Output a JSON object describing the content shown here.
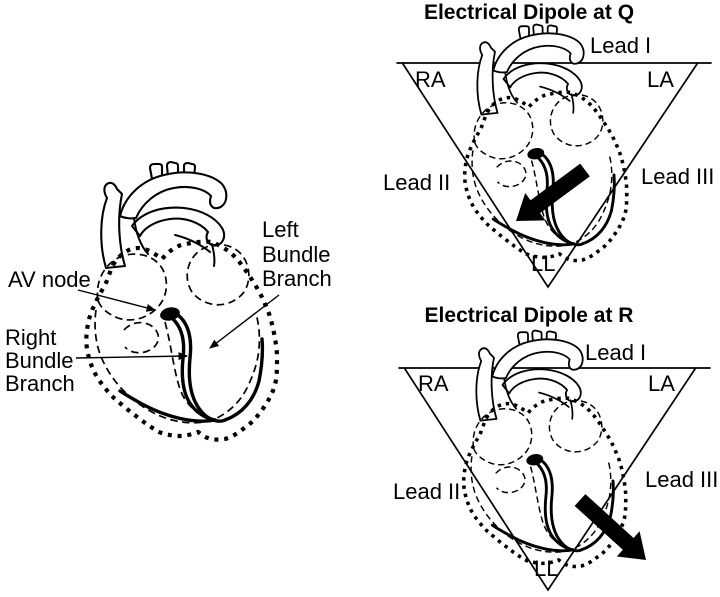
{
  "palette": {
    "background": "#ffffff",
    "ink": "#000000"
  },
  "anatomy_panel": {
    "av_node_label": "AV node",
    "right_bundle_label": {
      "line1": "Right",
      "line2": "Bundle",
      "line3": "Branch"
    },
    "left_bundle_label": {
      "line1": "Left",
      "line2": "Bundle",
      "line3": "Branch"
    }
  },
  "dipole_panels": [
    {
      "id": "q",
      "title": "Electrical Dipole at Q",
      "lead1": "Lead I",
      "lead2": "Lead II",
      "lead3": "Lead III",
      "ra": "RA",
      "la": "LA",
      "ll": "LL",
      "arrow_direction": "down-left"
    },
    {
      "id": "r",
      "title": "Electrical Dipole at R",
      "lead1": "Lead I",
      "lead2": "Lead II",
      "lead3": "Lead III",
      "ra": "RA",
      "la": "LA",
      "ll": "LL",
      "arrow_direction": "down-right"
    }
  ]
}
